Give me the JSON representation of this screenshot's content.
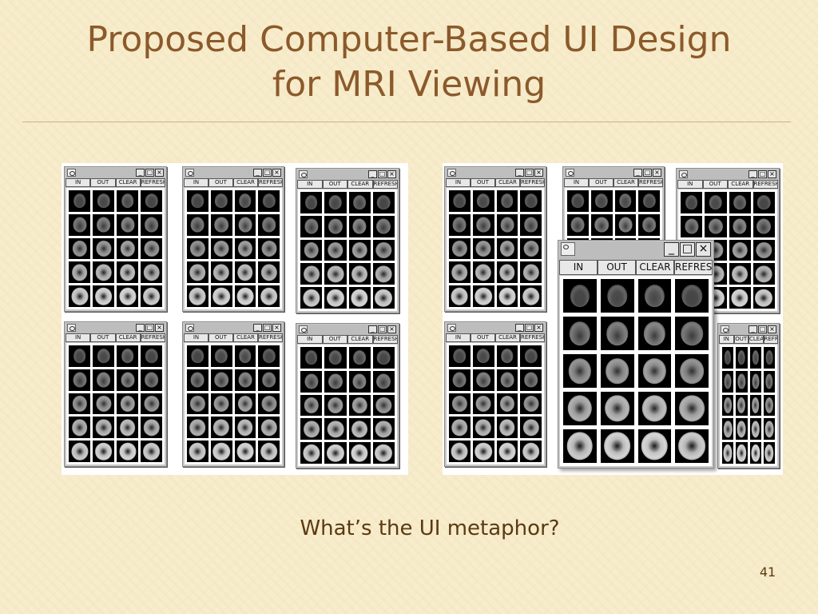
{
  "slide": {
    "title_line1": "Proposed Computer-Based UI Design",
    "title_line2": "for MRI Viewing",
    "question": "What’s the UI metaphor?",
    "page_number": "41"
  },
  "mri_window": {
    "minimize_glyph": "_",
    "maximize_glyph": "□",
    "close_glyph": "×",
    "toolbar_buttons": [
      "IN",
      "OUT",
      "CLEAR",
      "REFRESH"
    ],
    "grid_rows": 5,
    "grid_cols": 4
  },
  "colors": {
    "title": "#8b5a2b",
    "text": "#5a3a12",
    "background": "#f7eccb"
  },
  "icons": {
    "app": "app-icon",
    "minimize": "minimize-icon",
    "maximize": "maximize-icon",
    "close": "close-icon"
  }
}
